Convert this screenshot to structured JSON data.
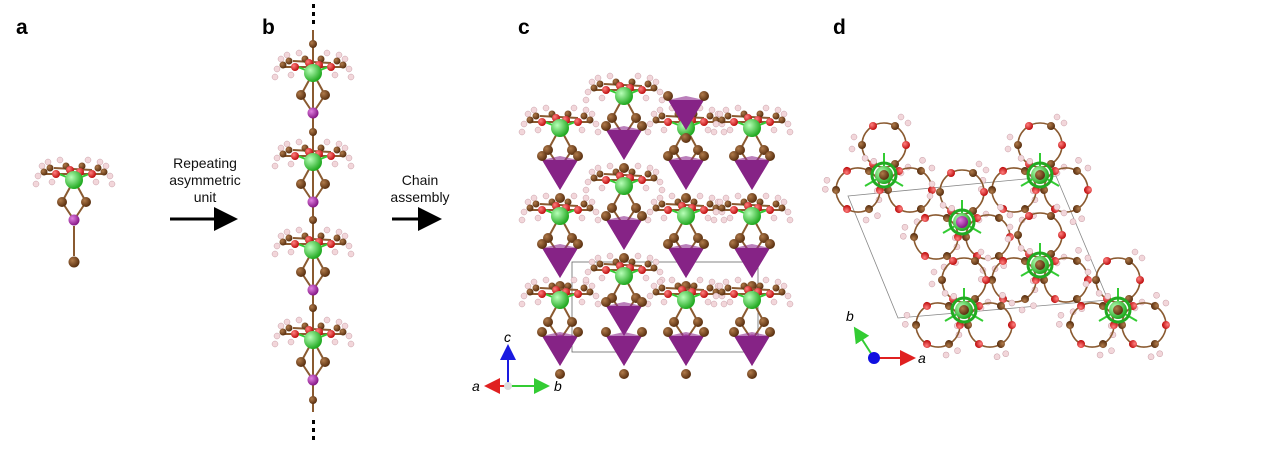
{
  "panels": {
    "a": "a",
    "b": "b",
    "c": "c",
    "d": "d"
  },
  "arrows": {
    "repeat": [
      "Repeating",
      "asymmetric",
      "unit"
    ],
    "chain": [
      "Chain",
      "assembly"
    ]
  },
  "axes_c": {
    "vertical": "c",
    "left": "a",
    "right": "b"
  },
  "axes_d": {
    "up": "b",
    "right": "a"
  },
  "colors": {
    "green": "#33cc33",
    "purple": "#992299",
    "brown": "#7a4a22",
    "red": "#e02020",
    "pink": "#f2d6da",
    "tetra": "#7a1a7a"
  }
}
